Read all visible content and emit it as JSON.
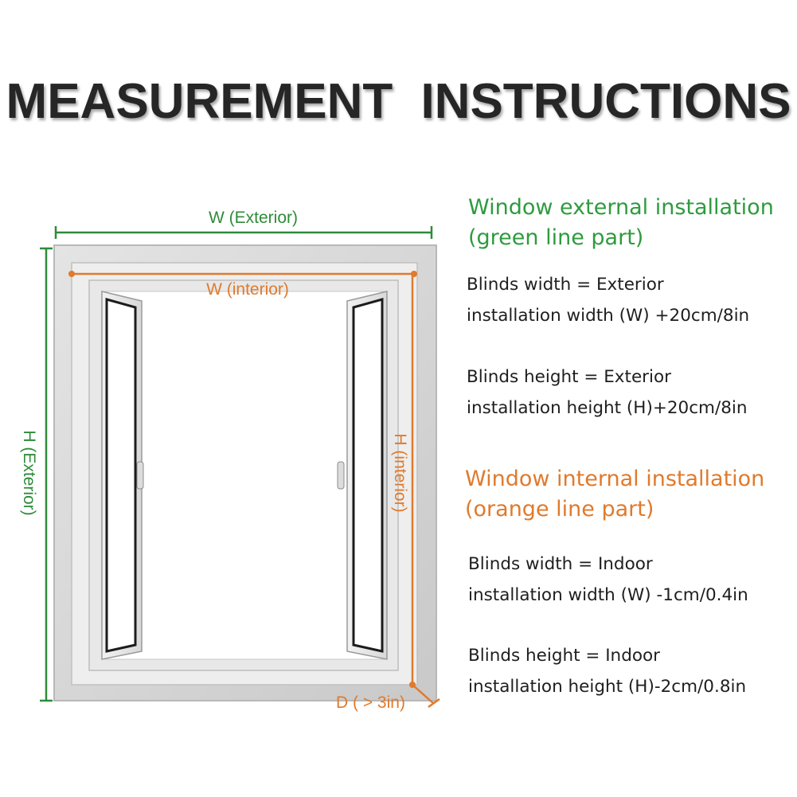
{
  "title": "MEASUREMENT  INSTRUCTIONS",
  "labels": {
    "w_exterior": "W (Exterior)",
    "w_interior": "W (interior)",
    "h_exterior": "H (Exterior)",
    "h_interior": "H (interior)",
    "depth": "D ( > 3in)"
  },
  "external": {
    "heading_line1": "Window external installation",
    "heading_line2": "(green line part)",
    "width_line1": "Blinds width = Exterior",
    "width_line2": "installation width (W) +20cm/8in",
    "height_line1": "Blinds height = Exterior",
    "height_line2": "installation height (H)+20cm/8in"
  },
  "internal": {
    "heading_line1": "Window internal installation",
    "heading_line2": "(orange line part)",
    "width_line1": "Blinds width = Indoor",
    "width_line2": "installation width (W) -1cm/0.4in",
    "height_line1": "Blinds height = Indoor",
    "height_line2": "installation height (H)-2cm/0.8in"
  },
  "colors": {
    "green": "#2e8b3a",
    "orange": "#e07a2c",
    "frame": "#d6d6d6",
    "title": "#262626"
  }
}
